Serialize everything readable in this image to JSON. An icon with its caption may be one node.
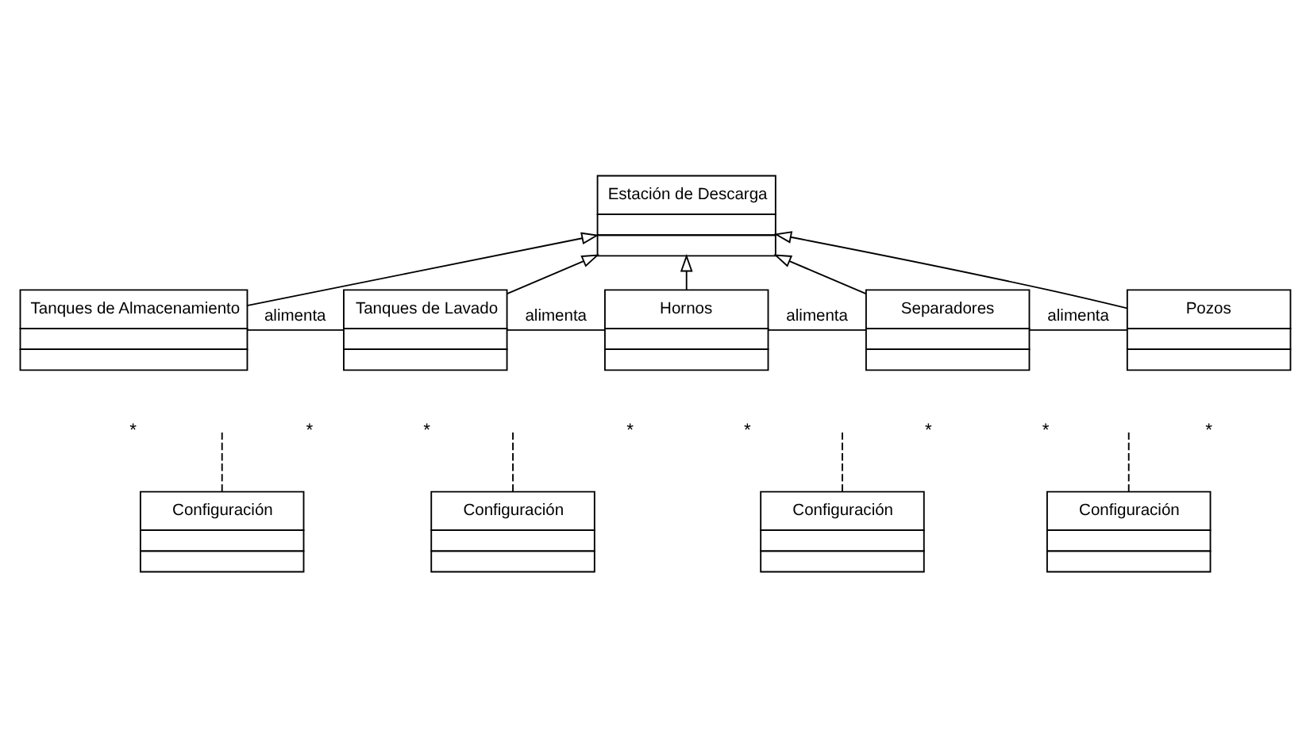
{
  "diagram": {
    "nodes": [
      {
        "text": [
          "Estación de Descarga"
        ]
      },
      {
        "text": [
          "Tanques de Almacenamiento"
        ]
      },
      {
        "text": [
          "Tanques de Lavado"
        ]
      },
      {
        "text": [
          "Hornos"
        ]
      },
      {
        "text": [
          "Separadores"
        ]
      },
      {
        "text": [
          "Pozos"
        ]
      },
      {
        "text": [
          "Configuración"
        ]
      },
      {
        "text": [
          "Configuración"
        ]
      },
      {
        "text": [
          "Configuración"
        ]
      },
      {
        "text": [
          "Configuración"
        ]
      }
    ],
    "edges": [
      {
        "from": 1,
        "to": 0,
        "arrow": "to"
      },
      {
        "from": 2,
        "to": 0,
        "arrow": "to"
      },
      {
        "from": 3,
        "to": 0,
        "arrow": "to"
      },
      {
        "from": 4,
        "to": 0,
        "arrow": "to"
      },
      {
        "from": 5,
        "to": 0,
        "arrow": "to"
      },
      {
        "from": 1,
        "to": 2,
        "arrow": "none",
        "label": "alimenta"
      },
      {
        "from": 2,
        "to": 3,
        "arrow": "none",
        "label": "alimenta"
      },
      {
        "from": 3,
        "to": 4,
        "arrow": "none",
        "label": "alimenta"
      },
      {
        "from": 4,
        "to": 5,
        "arrow": "none",
        "label": "alimenta"
      },
      {
        "from": 6,
        "to": null,
        "arrow": "none",
        "style": "dashed"
      },
      {
        "from": 7,
        "to": null,
        "arrow": "none",
        "style": "dashed"
      },
      {
        "from": 8,
        "to": null,
        "arrow": "none",
        "style": "dashed"
      },
      {
        "from": 9,
        "to": null,
        "arrow": "none",
        "style": "dashed"
      }
    ],
    "labels": [
      "*",
      "*",
      "*",
      "*",
      "*",
      "*",
      "*",
      "*"
    ]
  }
}
